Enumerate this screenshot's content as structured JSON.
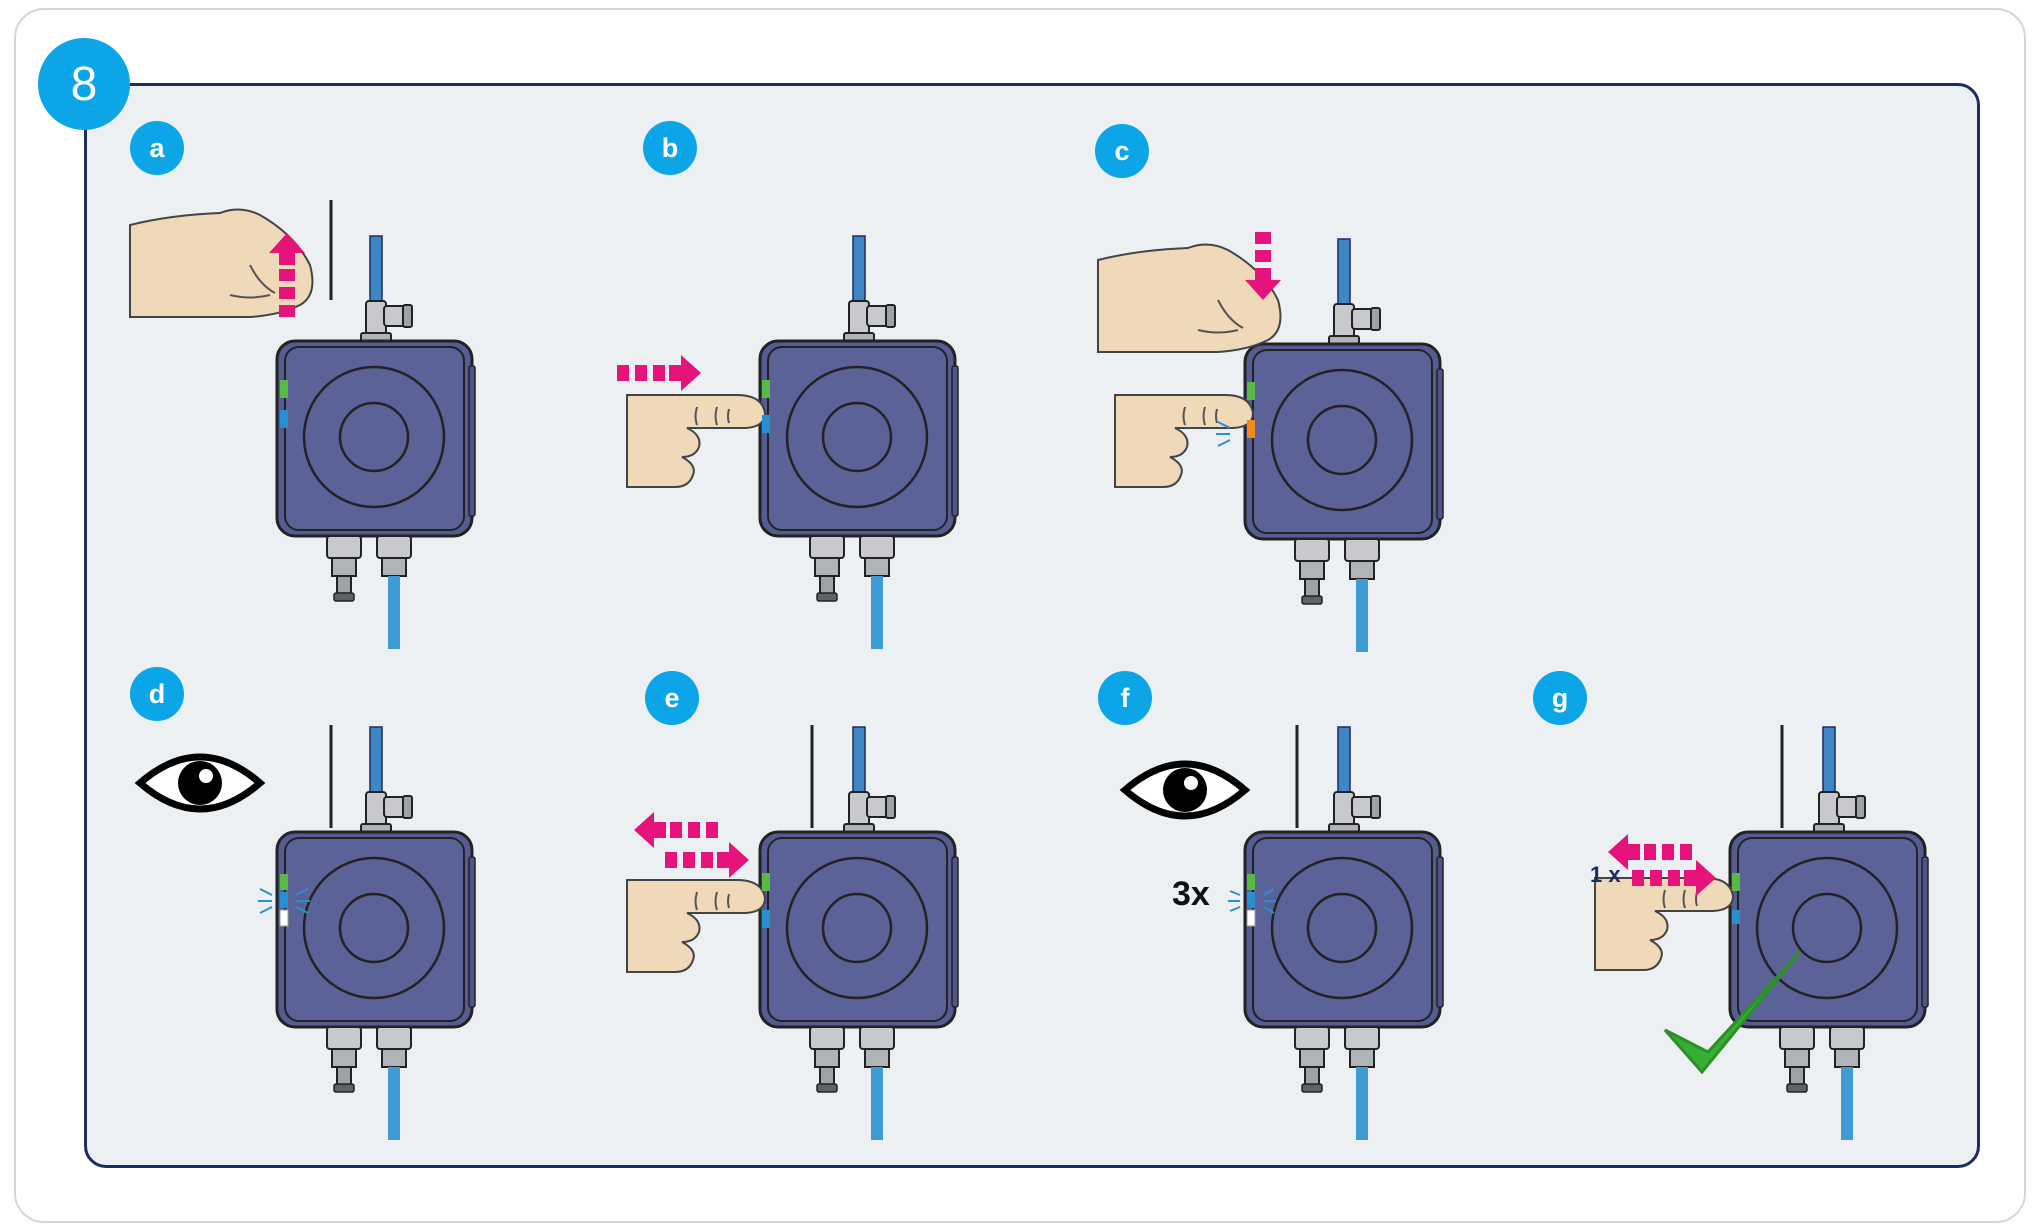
{
  "step_number": "8",
  "panels": [
    {
      "id": "a",
      "label": "a"
    },
    {
      "id": "b",
      "label": "b"
    },
    {
      "id": "c",
      "label": "c"
    },
    {
      "id": "d",
      "label": "d"
    },
    {
      "id": "e",
      "label": "e"
    },
    {
      "id": "f",
      "label": "f"
    },
    {
      "id": "g",
      "label": "g"
    }
  ],
  "blink_count_label": "3x",
  "press_count_label": "1 x",
  "colors": {
    "badge": "#0ca6e8",
    "panel_border": "#1c2d63",
    "device_body": "#5a6298",
    "arrow": "#e6137a",
    "tube": "#3e86c4",
    "check": "#35b033",
    "skin": "#efd9b8",
    "led_green": "#58b947",
    "led_blue": "#2a8fd0",
    "led_orange": "#f08a1c"
  },
  "icons": [
    "eye-icon",
    "check-icon",
    "push-arrow-icon",
    "lift-arrow-icon",
    "press-down-arrow-icon"
  ]
}
